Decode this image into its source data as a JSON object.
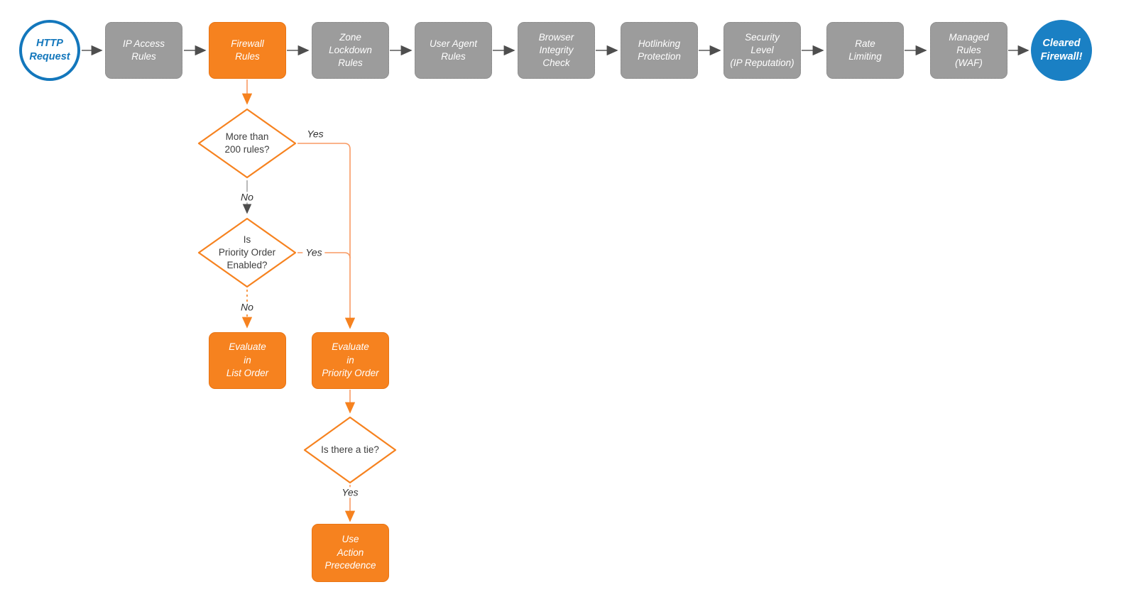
{
  "colors": {
    "accent_orange": "#F6821F",
    "accent_blue": "#1377BC",
    "end_circle_blue": "#1A80C4",
    "step_gray": "#9C9C9C",
    "connector_gray": "#555555",
    "connector_orange": "#F89A63"
  },
  "flow": {
    "start_label": "HTTP\nRequest",
    "steps": [
      {
        "label": "IP Access\nRules"
      },
      {
        "label": "Firewall\nRules"
      },
      {
        "label": "Zone\nLockdown\nRules"
      },
      {
        "label": "User Agent\nRules"
      },
      {
        "label": "Browser\nIntegrity\nCheck"
      },
      {
        "label": "Hotlinking\nProtection"
      },
      {
        "label": "Security\nLevel\n(IP Reputation)"
      },
      {
        "label": "Rate\nLimiting"
      },
      {
        "label": "Managed\nRules\n(WAF)"
      }
    ],
    "end_label": "Cleared\nFirewall!"
  },
  "branch": {
    "decision_rules": {
      "label": "More than\n200 rules?",
      "yes": "Yes",
      "no": "No"
    },
    "decision_priority": {
      "label": "Is\nPriority Order\nEnabled?",
      "yes": "Yes",
      "no": "No"
    },
    "evaluate_list": {
      "label": "Evaluate\nin\nList Order"
    },
    "evaluate_priority": {
      "label": "Evaluate\nin\nPriority Order"
    },
    "decision_tie": {
      "label": "Is there a tie?",
      "yes": "Yes"
    },
    "action_precedence": {
      "label": "Use\nAction\nPrecedence"
    }
  }
}
